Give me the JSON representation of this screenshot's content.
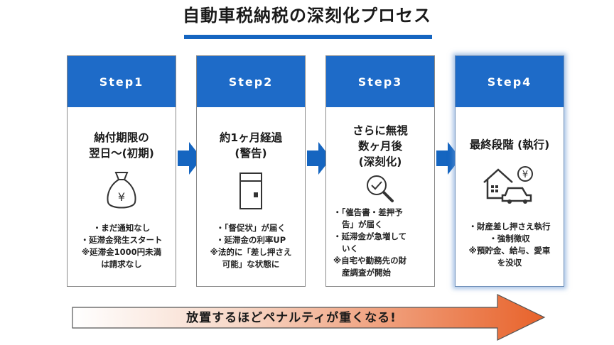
{
  "title": "自動車税納税の深刻化プロセス",
  "steps": [
    {
      "label": "Step1",
      "title_lines": [
        "納付期限の",
        "翌日～(初期)"
      ],
      "icon": "yen-money-bag-icon",
      "notes": [
        "・まだ通知なし",
        "・延滞金発生スタート",
        "※延滞金1000円未満",
        "は請求なし"
      ]
    },
    {
      "label": "Step2",
      "title_lines": [
        "約1ヶ月経過",
        "(警告)"
      ],
      "icon": "envelope-icon",
      "notes": [
        "・「督促状」が届く",
        "・延滞金の利率UP",
        "※法的に「差し押さえ",
        "可能」な状態に"
      ]
    },
    {
      "label": "Step3",
      "title_lines": [
        "さらに無視",
        "数ヶ月後",
        "(深刻化)"
      ],
      "icon": "magnifier-check-icon",
      "notes": [
        "・「催告書・差押予",
        "告」が届く",
        "・延滞金が急増して",
        "いく",
        "※自宅や勤務先の財",
        "産調査が開始"
      ]
    },
    {
      "label": "Step4",
      "title_lines": [
        "最終段階 (執行)"
      ],
      "icon": "house-car-yen-icon",
      "notes": [
        "・財産差し押さえ執行",
        "・強制徴収",
        "※預貯金、給与、愛車",
        "を没収"
      ]
    }
  ],
  "banner": "放置するほどペナルティが重くなる!",
  "colors": {
    "header_blue": "#1e6bc8",
    "arrow_blue": "#1565c0",
    "banner_orange": "#e8622a",
    "title_rule": "#1565c0"
  }
}
